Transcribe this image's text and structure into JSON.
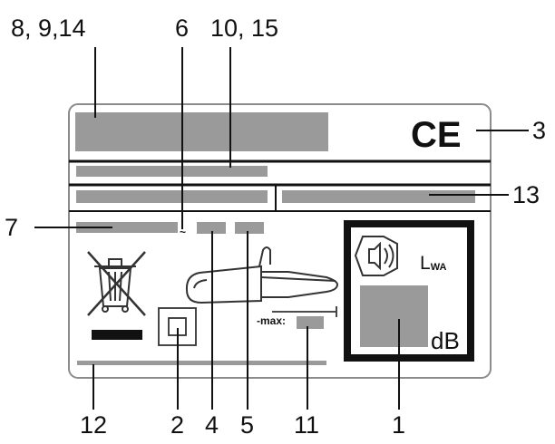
{
  "callouts": {
    "c8_9_14": "8, 9,14",
    "c6": "6",
    "c10_15": "10, 15",
    "c3": "3",
    "c13": "13",
    "c7": "7",
    "c12": "12",
    "c2": "2",
    "c4": "4",
    "c5": "5",
    "c11": "11",
    "c1": "1"
  },
  "label": {
    "ce_mark": "CE",
    "lwa_symbol": "L",
    "lwa_subscript": "WA",
    "db_unit": "dB",
    "max_label": "-max:",
    "tilde": "~"
  },
  "colors": {
    "field_gray": "#9a9a9a",
    "line_dark": "#111111",
    "plate_border": "#8c8c8c"
  }
}
